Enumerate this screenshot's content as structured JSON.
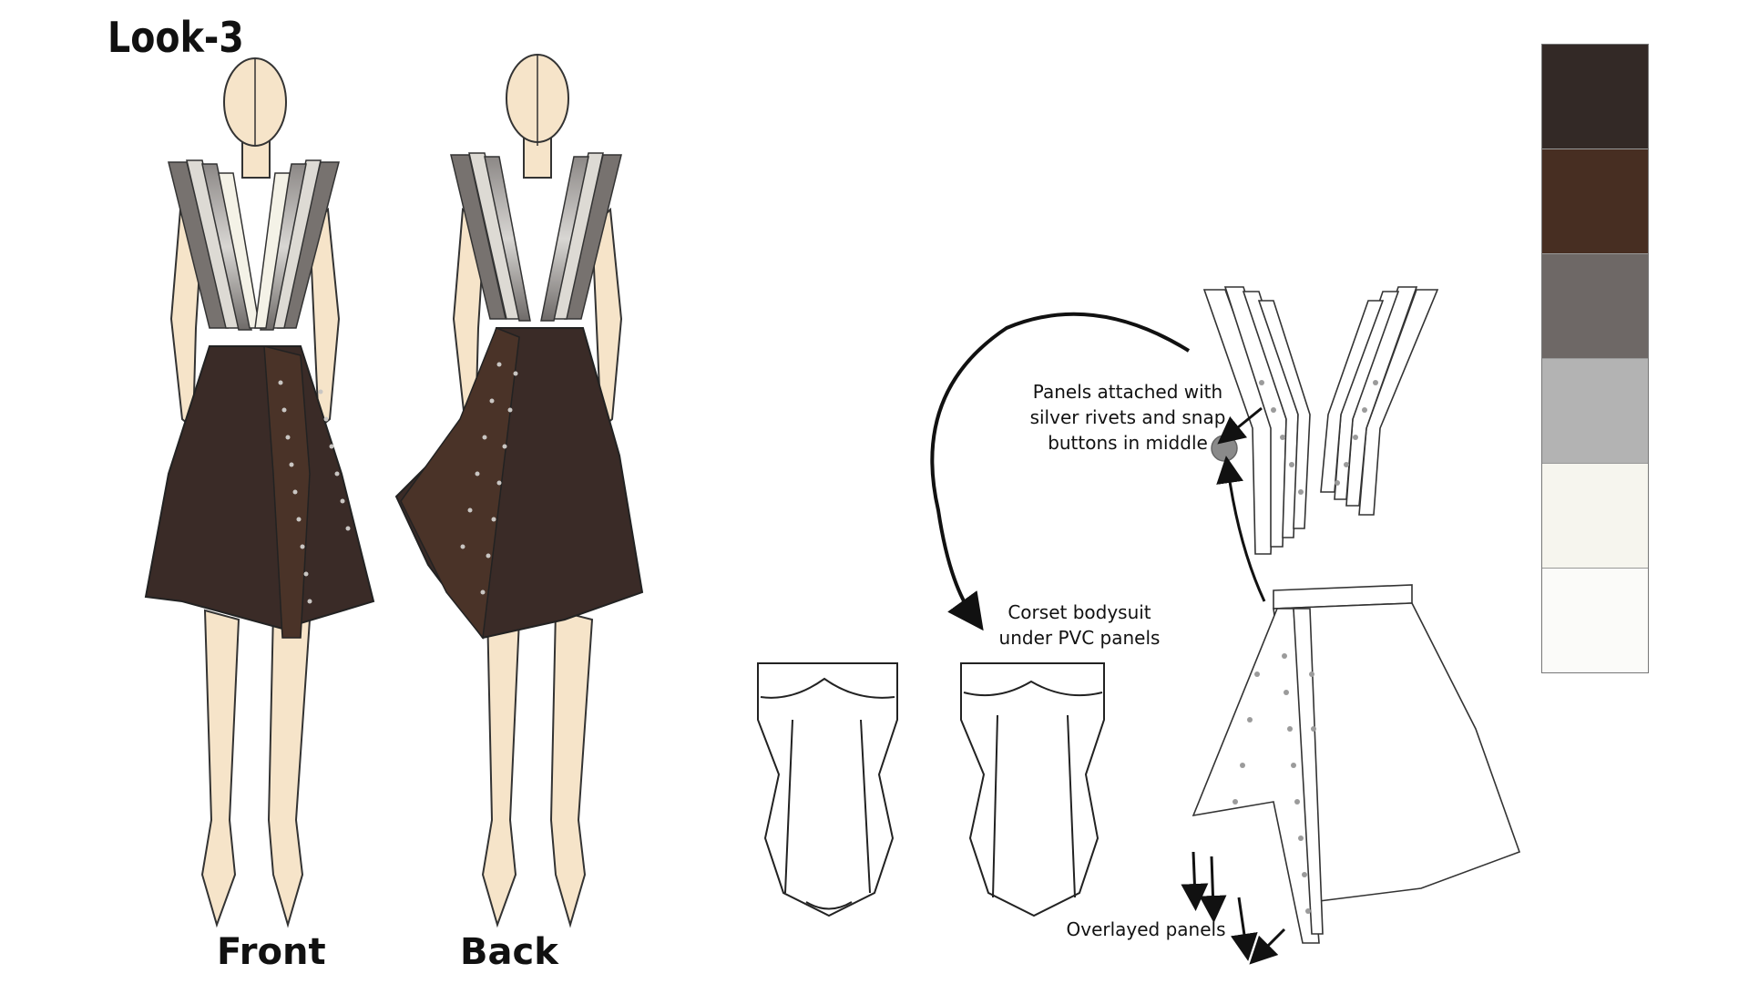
{
  "page": {
    "title": "Look-3"
  },
  "illustrations": {
    "front_label": "Front",
    "back_label": "Back"
  },
  "annotations": {
    "panels_line1": "Panels attached with",
    "panels_line2": "silver rivets and snap",
    "panels_line3": "buttons in middle",
    "corset_line1": "Corset bodysuit",
    "corset_line2": "under PVC panels",
    "overlay": "Overlayed panels"
  },
  "palette": [
    {
      "name": "charcoal",
      "color": "#332926"
    },
    {
      "name": "dark-brown",
      "color": "#472e22"
    },
    {
      "name": "taupe-gray",
      "color": "#6e6866"
    },
    {
      "name": "silver",
      "color": "#b3b3b3"
    },
    {
      "name": "cream",
      "color": "#f6f5ee"
    },
    {
      "name": "off-white",
      "color": "#fbfbf9"
    }
  ]
}
